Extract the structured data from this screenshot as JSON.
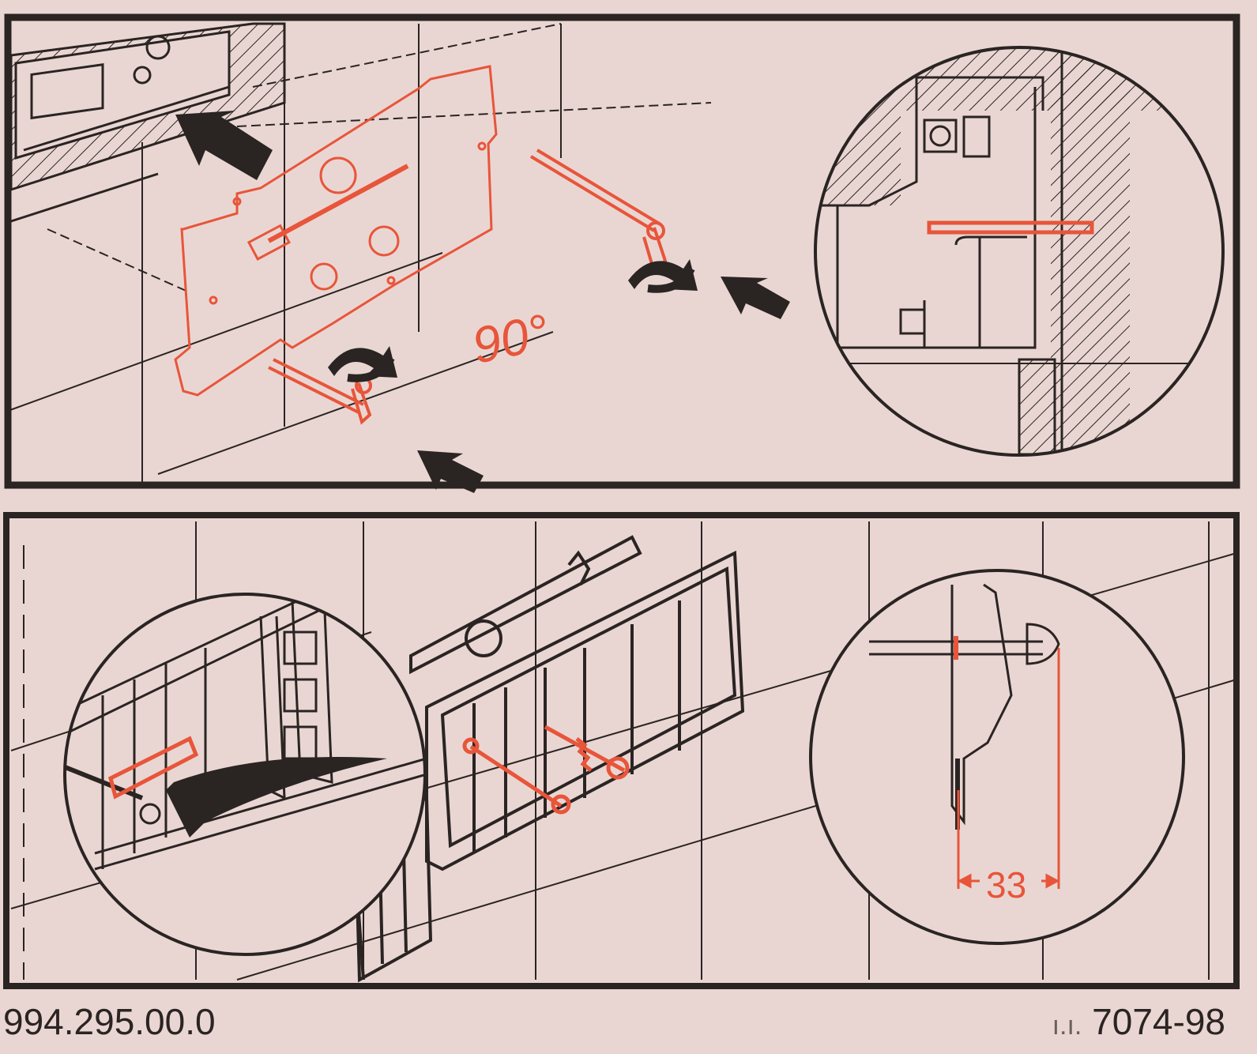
{
  "panel_top": {
    "angle_label": "90°"
  },
  "panel_bottom": {
    "dimension_label": "33"
  },
  "footer": {
    "left_code": "994.295.00.0",
    "right_code": "7074-98",
    "right_prefix_mark": "ı.ı."
  },
  "colors": {
    "paper": "#e9d6d2",
    "ink": "#2a2422",
    "accent_red": "#e8553a"
  }
}
